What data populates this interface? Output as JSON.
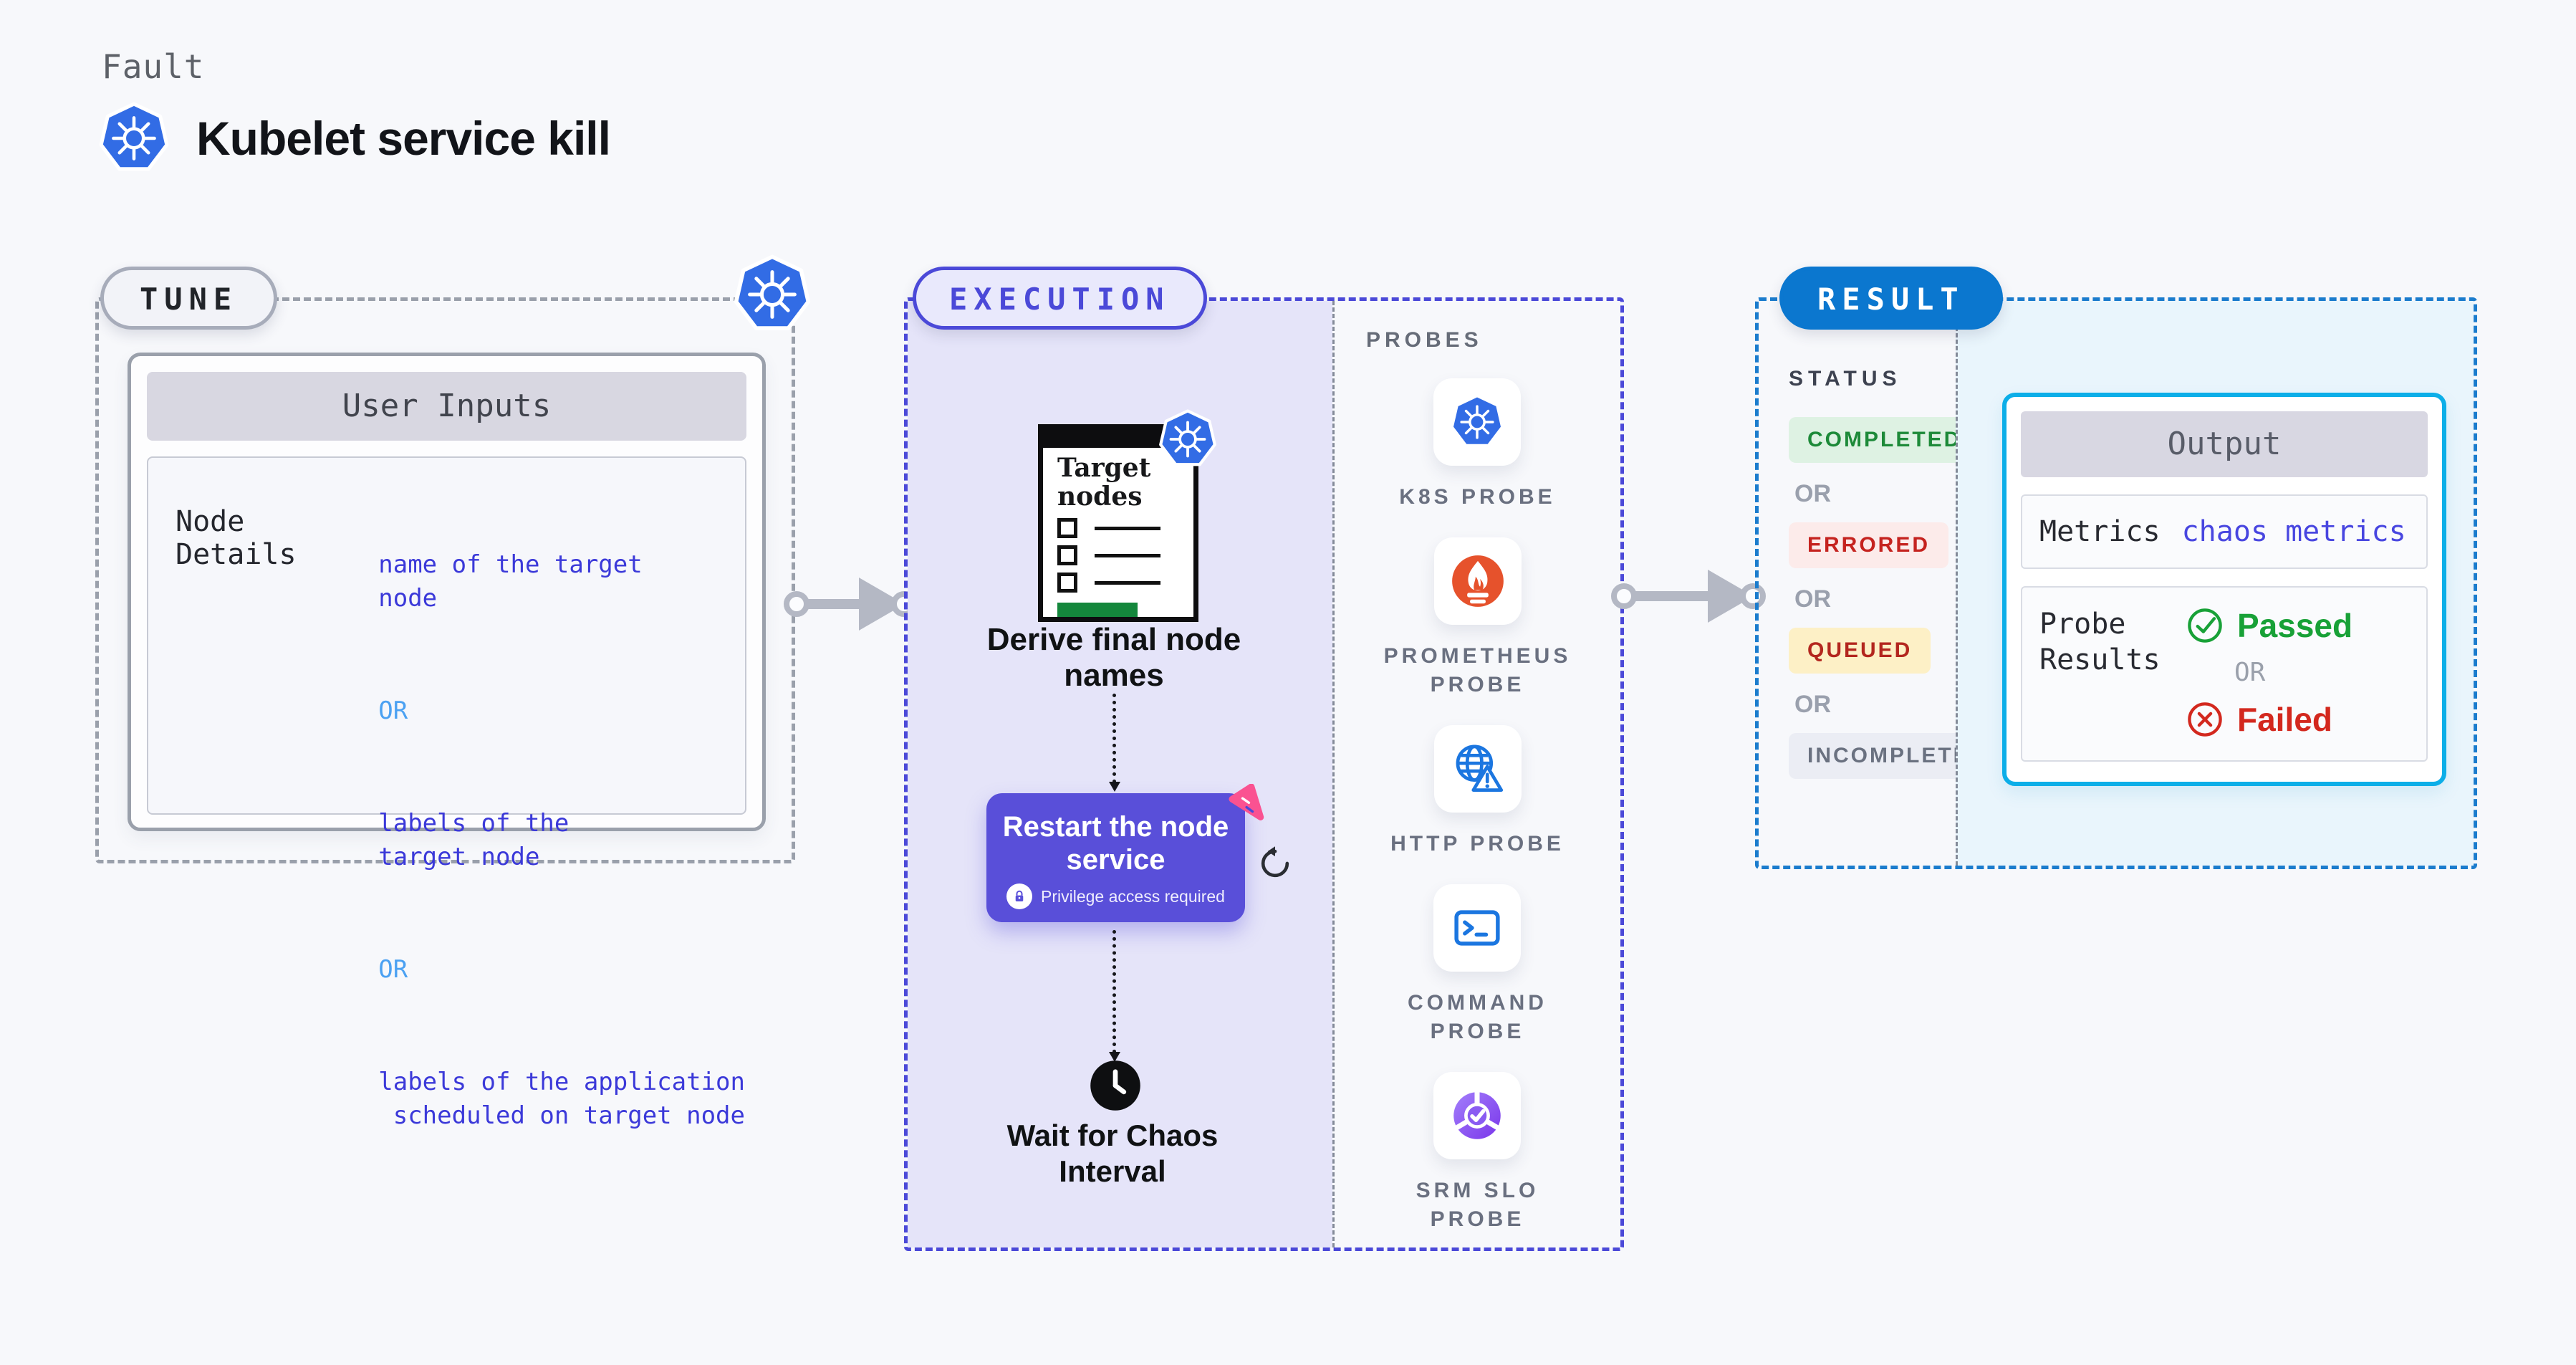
{
  "page": {
    "background": "#f7f8fb"
  },
  "header": {
    "eyebrow": "Fault",
    "title": "Kubelet service kill"
  },
  "tune": {
    "label": "TUNE",
    "table": {
      "header": "User Inputs",
      "row_label": "Node Details",
      "or": "OR",
      "options": [
        "name of the target\nnode",
        "labels of the\ntarget node",
        "labels of the application\n scheduled on target node"
      ]
    }
  },
  "execution": {
    "label": "EXECUTION",
    "target_doc_caption": "Target nodes",
    "steps": {
      "derive": "Derive final node\nnames",
      "restart_title": "Restart the node\nservice",
      "restart_badge": "Privilege access required",
      "wait": "Wait for Chaos\nInterval"
    }
  },
  "probes": {
    "label": "PROBES",
    "items": [
      {
        "label": "K8S PROBE",
        "icon": "kubernetes-icon"
      },
      {
        "label": "PROMETHEUS\nPROBE",
        "icon": "prometheus-icon"
      },
      {
        "label": "HTTP PROBE",
        "icon": "globe-warning-icon"
      },
      {
        "label": "COMMAND\nPROBE",
        "icon": "terminal-icon"
      },
      {
        "label": "SRM SLO\nPROBE",
        "icon": "slo-pie-icon"
      }
    ]
  },
  "result": {
    "label": "RESULT",
    "status_label": "STATUS",
    "or": "OR",
    "statuses": [
      {
        "label": "COMPLETED",
        "bg": "#def2e3",
        "color": "#1d8a39"
      },
      {
        "label": "ERRORED",
        "bg": "#fcebea",
        "color": "#c5231f"
      },
      {
        "label": "QUEUED",
        "bg": "#fdf0c6",
        "color": "#b3261e"
      },
      {
        "label": "INCOMPLETED",
        "bg": "#ebedf4",
        "color": "#6a7180"
      }
    ],
    "output": {
      "header": "Output",
      "metrics_label": "Metrics",
      "metrics_value": "chaos metrics",
      "probe_results_label": "Probe\nResults",
      "passed": "Passed",
      "or": "OR",
      "failed": "Failed"
    }
  },
  "colors": {
    "kubernetes_blue": "#326ce5",
    "execution_indigo": "#4b49d8",
    "execution_bg": "#e5e4f9",
    "result_blue": "#0b77cf",
    "result_bg": "#e9f5fc",
    "output_border_cyan": "#0caee8",
    "purple_node": "#594fd9",
    "link_blue_text": "#3b39d9",
    "or_light_blue": "#4ba1f2",
    "passed_green": "#18a137",
    "failed_red": "#d3281e",
    "prometheus_orange": "#e6522c",
    "chaos_pink": "#fa5291",
    "arrow_gray": "#b4b8c4"
  }
}
